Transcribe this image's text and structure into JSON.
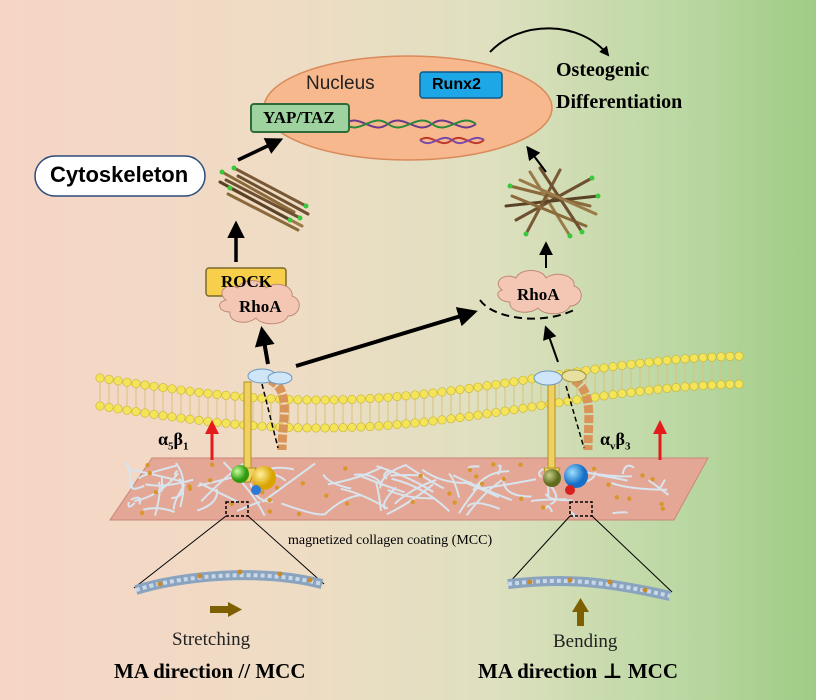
{
  "labels": {
    "nucleus": "Nucleus",
    "runx2": "Runx2",
    "yap_taz": "YAP/TAZ",
    "osteogenic_line1": "Osteogenic",
    "osteogenic_line2": "Differentiation",
    "cytoskeleton": "Cytoskeleton",
    "rock": "ROCK",
    "rhoa_left": "RhoA",
    "rhoa_right": "RhoA",
    "integrin_left_alpha": "α",
    "integrin_left_alpha_sub": "5",
    "integrin_left_beta": "β",
    "integrin_left_beta_sub": "1",
    "integrin_right_alpha": "α",
    "integrin_right_alpha_sub": "v",
    "integrin_right_beta": "β",
    "integrin_right_beta_sub": "3",
    "mcc": "magnetized collagen coating (MCC)",
    "stretching": "Stretching",
    "bending": "Bending",
    "ma_parallel": "MA direction // MCC",
    "ma_perpendicular": "MA direction ⊥ MCC"
  },
  "colors": {
    "runx2_fill": "#1ea7e6",
    "yap_fill": "#9ed3a0",
    "rock_fill": "#f7cf4a",
    "rhoa_fill": "#f4c7b5",
    "nucleus_fill": "#f8b88d",
    "up_arrow": "#e41a1c",
    "force_arrow": "#7f6000"
  }
}
